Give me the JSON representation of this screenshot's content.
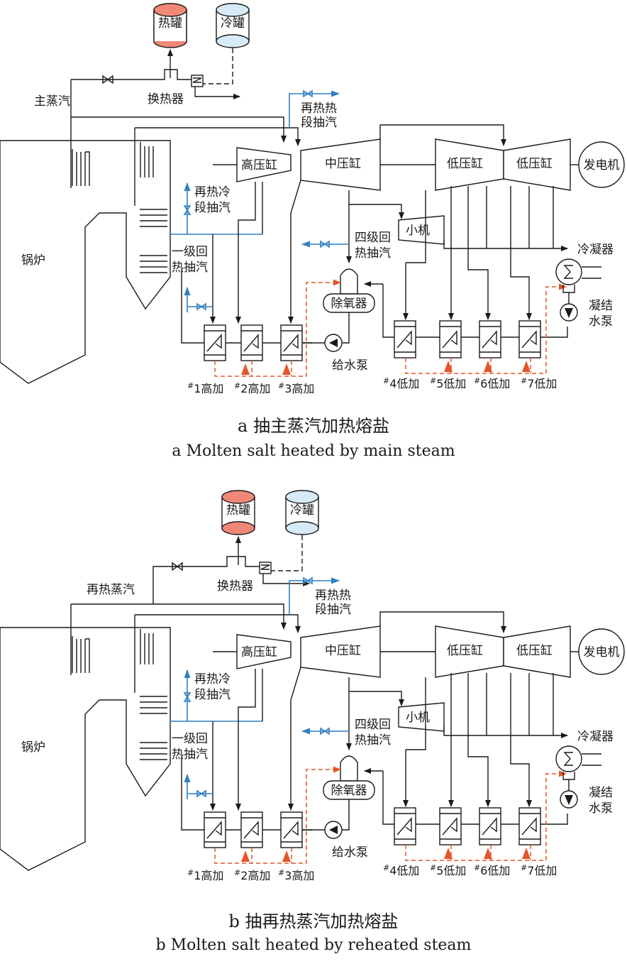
{
  "colors": {
    "line": "#1a1a1a",
    "hot_tank": "#f08877",
    "cold_tank": "#d6ebf7",
    "extraction_blue": "#2f7fc0",
    "drain_orange": "#e3562a"
  },
  "panels": [
    {
      "id": "a",
      "tanks": {
        "hot": "热罐",
        "cold": "冷罐"
      },
      "steam_source_label": "主蒸汽",
      "heat_exchanger": "换热器",
      "boiler": "锅炉",
      "hp_cylinder": "高压缸",
      "ip_cylinder": "中压缸",
      "lp_cylinder_1": "低压缸",
      "lp_cylinder_2": "低压缸",
      "generator": "发电机",
      "reheat_hot_extraction": [
        "再热热",
        "段抽汽"
      ],
      "reheat_cold_extraction": [
        "再热冷",
        "段抽汽"
      ],
      "stage1_extraction": [
        "一级回",
        "热抽汽"
      ],
      "stage4_extraction": [
        "四级回",
        "热抽汽"
      ],
      "small_turbine": "小机",
      "deaerator": "除氧器",
      "feed_pump": "给水泵",
      "condenser": "冷凝器",
      "condensate_pump": [
        "凝结",
        "水泵"
      ],
      "hp_heaters": [
        {
          "sup": "#",
          "label": "1高加"
        },
        {
          "sup": "#",
          "label": "2高加"
        },
        {
          "sup": "#",
          "label": "3高加"
        }
      ],
      "lp_heaters": [
        {
          "sup": "#",
          "label": "4低加"
        },
        {
          "sup": "#",
          "label": "5低加"
        },
        {
          "sup": "#",
          "label": "6低加"
        },
        {
          "sup": "#",
          "label": "7低加"
        }
      ],
      "caption_zh": "a  抽主蒸汽加热熔盐",
      "caption_en": "a  Molten salt heated by main steam"
    },
    {
      "id": "b",
      "tanks": {
        "hot": "热罐",
        "cold": "冷罐"
      },
      "steam_source_label": "再热蒸汽",
      "heat_exchanger": "换热器",
      "boiler": "锅炉",
      "hp_cylinder": "高压缸",
      "ip_cylinder": "中压缸",
      "lp_cylinder_1": "低压缸",
      "lp_cylinder_2": "低压缸",
      "generator": "发电机",
      "reheat_hot_extraction": [
        "再热热",
        "段抽汽"
      ],
      "reheat_cold_extraction": [
        "再热冷",
        "段抽汽"
      ],
      "stage1_extraction": [
        "一级回",
        "热抽汽"
      ],
      "stage4_extraction": [
        "四级回",
        "热抽汽"
      ],
      "small_turbine": "小机",
      "deaerator": "除氧器",
      "feed_pump": "给水泵",
      "condenser": "冷凝器",
      "condensate_pump": [
        "凝结",
        "水泵"
      ],
      "hp_heaters": [
        {
          "sup": "#",
          "label": "1高加"
        },
        {
          "sup": "#",
          "label": "2高加"
        },
        {
          "sup": "#",
          "label": "3高加"
        }
      ],
      "lp_heaters": [
        {
          "sup": "#",
          "label": "4低加"
        },
        {
          "sup": "#",
          "label": "5低加"
        },
        {
          "sup": "#",
          "label": "6低加"
        },
        {
          "sup": "#",
          "label": "7低加"
        }
      ],
      "caption_zh": "b  抽再热蒸汽加热熔盐",
      "caption_en": "b  Molten salt heated by reheated steam"
    }
  ]
}
